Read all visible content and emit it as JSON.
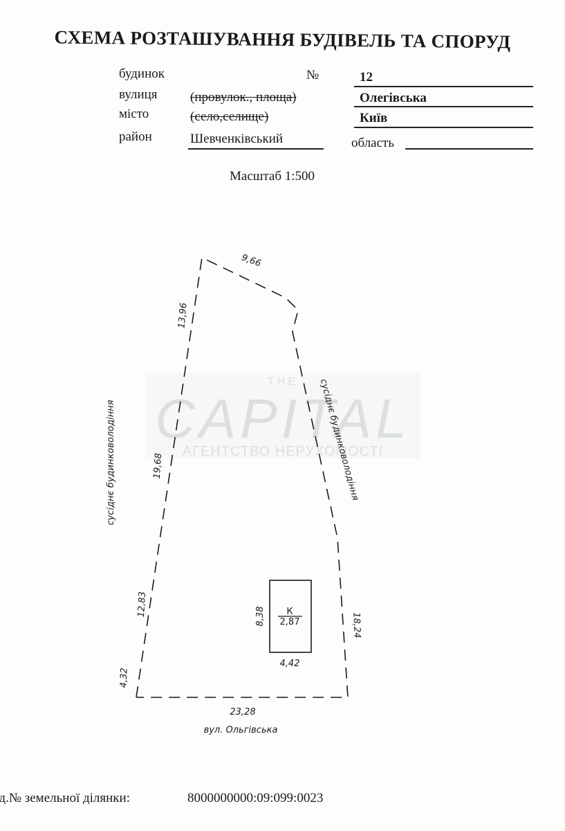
{
  "header": {
    "title": "СХЕМА РОЗТАШУВАННЯ БУДІВЕЛЬ ТА СПОРУД",
    "house_label": "будинок",
    "number_sign": "№",
    "house_number": "12",
    "street_label": "вулиця",
    "street_alt": "(провулок., площа)",
    "street_value": "Олегівська",
    "city_label": "місто",
    "city_alt": "(село,селище)",
    "city_value": "Київ",
    "district_label": "район",
    "district_value": "Шевченківський",
    "region_label": "область",
    "region_value": ""
  },
  "scale": "Масштаб 1:500",
  "plan": {
    "dim_top": "9,66",
    "dim_left_top": "13,96",
    "dim_left_mid": "19,68",
    "dim_left_low": "12,83",
    "dim_left_bottom": "4,32",
    "dim_right": "18,24",
    "dim_bottom": "23,28",
    "street_caption": "вул. Ольгівська",
    "neighbor_left": "сусіднє будинковолодіння",
    "neighbor_right": "сусіднє будинковолодіння",
    "building_letter": "К",
    "building_area": "2,87",
    "building_height": "8,38",
    "building_width": "4,42"
  },
  "watermark": {
    "top": "THE",
    "main": "CAPITAL",
    "sub": "АГЕНТСТВО НЕРУХОМОСТІ"
  },
  "footer": {
    "cadastral_label": "ад.№ земельної ділянки:",
    "cadastral_value": "8000000000:09:099:0023"
  }
}
